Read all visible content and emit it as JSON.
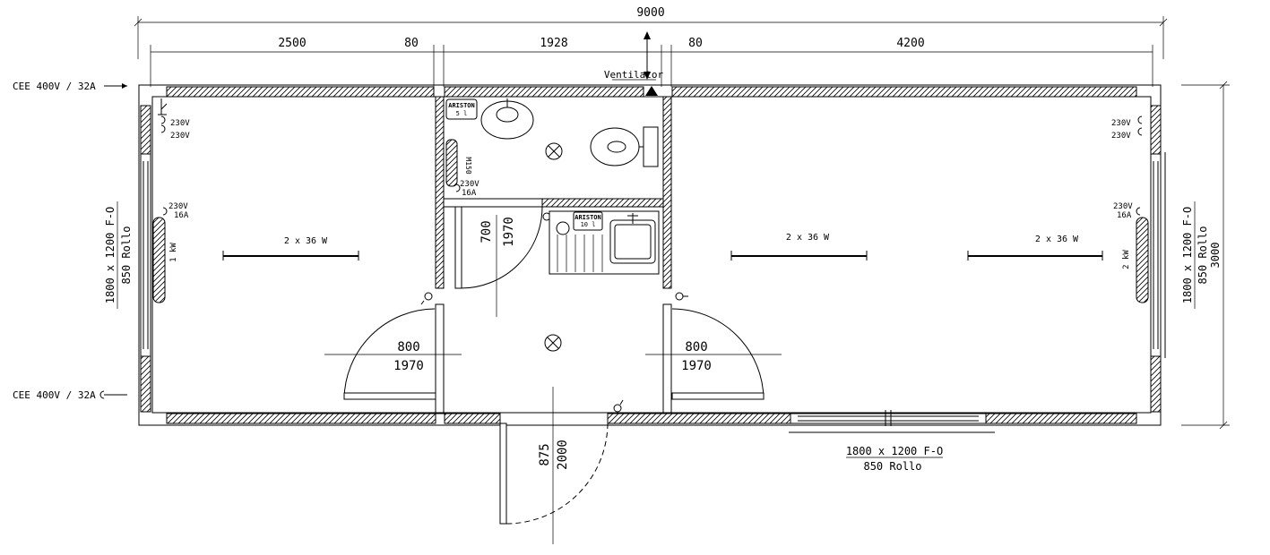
{
  "dimensions_top": {
    "total": "9000",
    "segments": [
      "2500",
      "80",
      "1928",
      "80",
      "4200"
    ]
  },
  "power": {
    "cee_top": "CEE 400V / 32A",
    "cee_bottom": "CEE 400V / 32A"
  },
  "ventilator": "Ventilator",
  "outlets": {
    "left_top_a": "230V",
    "left_top_b": "230V",
    "left_mid_a": "230V",
    "left_mid_b": "16A",
    "right_top_a": "230V",
    "right_top_b": "230V",
    "right_mid_a": "230V",
    "right_mid_b": "16A",
    "wc_a": "230V",
    "wc_b": "16A"
  },
  "heaters": {
    "left": "1 kW",
    "right": "2 kW"
  },
  "lights": {
    "left_room": "2 x 36 W",
    "right_room_a": "2 x 36 W",
    "right_room_b": "2 x 36 W"
  },
  "windows": {
    "left_size": "1800 x 1200 F-O",
    "left_rollo": "850 Rollo",
    "right_size": "1800 x 1200 F-O",
    "right_rollo": "850 Rollo",
    "bottom_size": "1800 x 1200 F-O",
    "bottom_rollo": "850 Rollo"
  },
  "right_dimension": "3000",
  "doors": {
    "left_width": "800",
    "left_height": "1970",
    "right_width": "800",
    "right_height": "1970",
    "wc_width": "700",
    "wc_height": "1970",
    "entrance_width": "875",
    "entrance_height": "2000"
  },
  "appliances": {
    "ariston_top": "ARISTON",
    "ariston_top_sub": "5 l",
    "ariston_mid": "ARISTON",
    "ariston_mid_sub": "10 l",
    "urinal": "M150"
  }
}
